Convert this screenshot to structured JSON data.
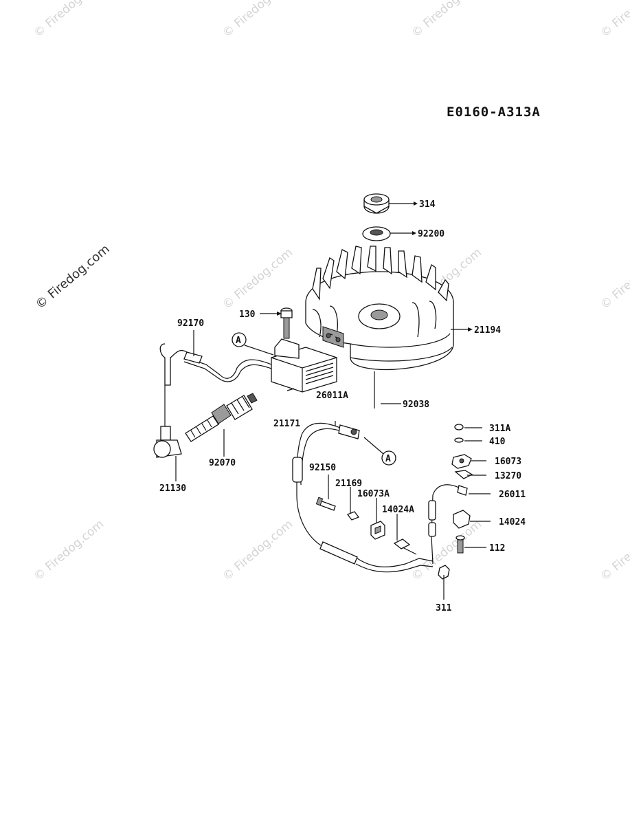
{
  "diagram_code": "E0160-A313A",
  "watermark": {
    "text": "© Firedog.com"
  },
  "callouts": {
    "314": "314",
    "92200": "92200",
    "130": "130",
    "92170": "92170",
    "21194": "21194",
    "26011A": "26011A",
    "92038": "92038",
    "21171": "21171",
    "92070": "92070",
    "21130": "21130",
    "311A": "311A",
    "410": "410",
    "16073": "16073",
    "13270": "13270",
    "92150": "92150",
    "21169": "21169",
    "16073A": "16073A",
    "14024A": "14024A",
    "26011": "26011",
    "14024": "14024",
    "112": "112",
    "311": "311",
    "ref_a_1": "A",
    "ref_a_2": "A"
  }
}
